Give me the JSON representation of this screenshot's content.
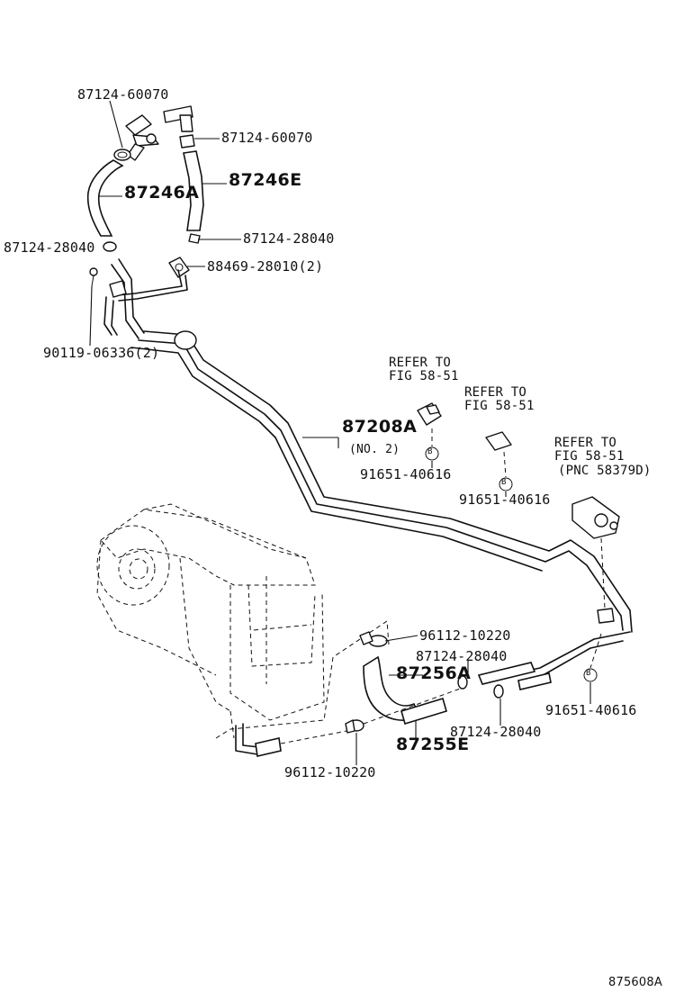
{
  "labels": {
    "p_87124_60070_top": "87124-60070",
    "p_87124_60070_right": "87124-60070",
    "p_87246A": "87246A",
    "p_87246E": "87246E",
    "p_87124_28040_left": "87124-28040",
    "p_87124_28040_mid": "87124-28040",
    "p_88469_28010": "88469-28010(2)",
    "p_90119_06336": "90119-06336(2)",
    "p_87208A": "87208A",
    "p_87208A_no2": "(NO. 2)",
    "p_91651_40616_a": "91651-40616",
    "p_91651_40616_b": "91651-40616",
    "p_91651_40616_c": "91651-40616",
    "p_96112_10220_top": "96112-10220",
    "p_87124_28040_lower": "87124-28040",
    "p_87256A": "87256A",
    "p_87124_28040_bottom": "87124-28040",
    "p_87255E": "87255E",
    "p_96112_10220_bottom": "96112-10220",
    "figure_id": "875608A"
  },
  "references": {
    "ref1_line1": "REFER TO",
    "ref1_line2": "FIG 58-51",
    "ref2_line1": "REFER TO",
    "ref2_line2": "FIG 58-51",
    "ref3_line1": "REFER TO",
    "ref3_line2": "FIG 58-51",
    "ref3_line3": "(PNC 58379D)"
  },
  "markers": {
    "circle_b": "B"
  }
}
